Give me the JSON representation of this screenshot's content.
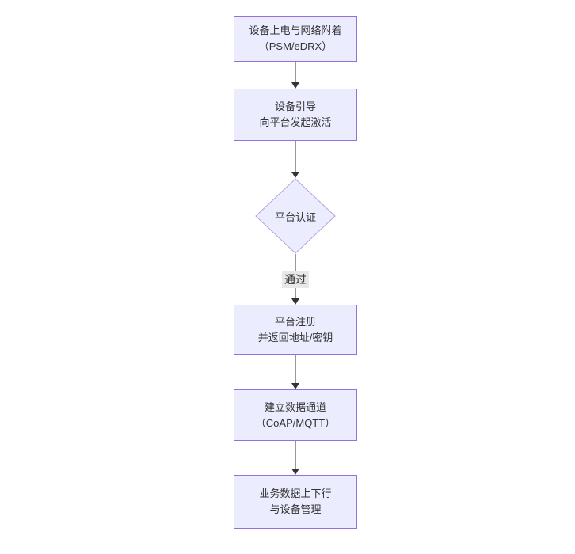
{
  "diagram": {
    "title": "NB-IoT device onboarding flowchart",
    "nodes": [
      {
        "id": "power-attach",
        "type": "rect",
        "lines": [
          "设备上电与网络附着",
          "（PSM/eDRX）"
        ]
      },
      {
        "id": "bootstrap",
        "type": "rect",
        "lines": [
          "设备引导",
          "向平台发起激活"
        ]
      },
      {
        "id": "platform-auth",
        "type": "diamond",
        "lines": [
          "平台认证"
        ]
      },
      {
        "id": "platform-register",
        "type": "rect",
        "lines": [
          "平台注册",
          "并返回地址/密钥"
        ]
      },
      {
        "id": "data-channel",
        "type": "rect",
        "lines": [
          "建立数据通道",
          "（CoAP/MQTT）"
        ]
      },
      {
        "id": "business-data",
        "type": "rect",
        "lines": [
          "业务数据上下行",
          "与设备管理"
        ]
      }
    ],
    "edges": [
      {
        "from": "power-attach",
        "to": "bootstrap",
        "label": ""
      },
      {
        "from": "bootstrap",
        "to": "platform-auth",
        "label": ""
      },
      {
        "from": "platform-auth",
        "to": "platform-register",
        "label": "通过"
      },
      {
        "from": "platform-register",
        "to": "data-channel",
        "label": ""
      },
      {
        "from": "data-channel",
        "to": "business-data",
        "label": ""
      }
    ],
    "colors": {
      "node_fill": "#ECECFF",
      "node_border": "#9370DB",
      "diamond_border": "#b3a1dd",
      "edge": "#333333",
      "edge_label_bg": "#e8e8e8",
      "text": "#333333"
    }
  }
}
